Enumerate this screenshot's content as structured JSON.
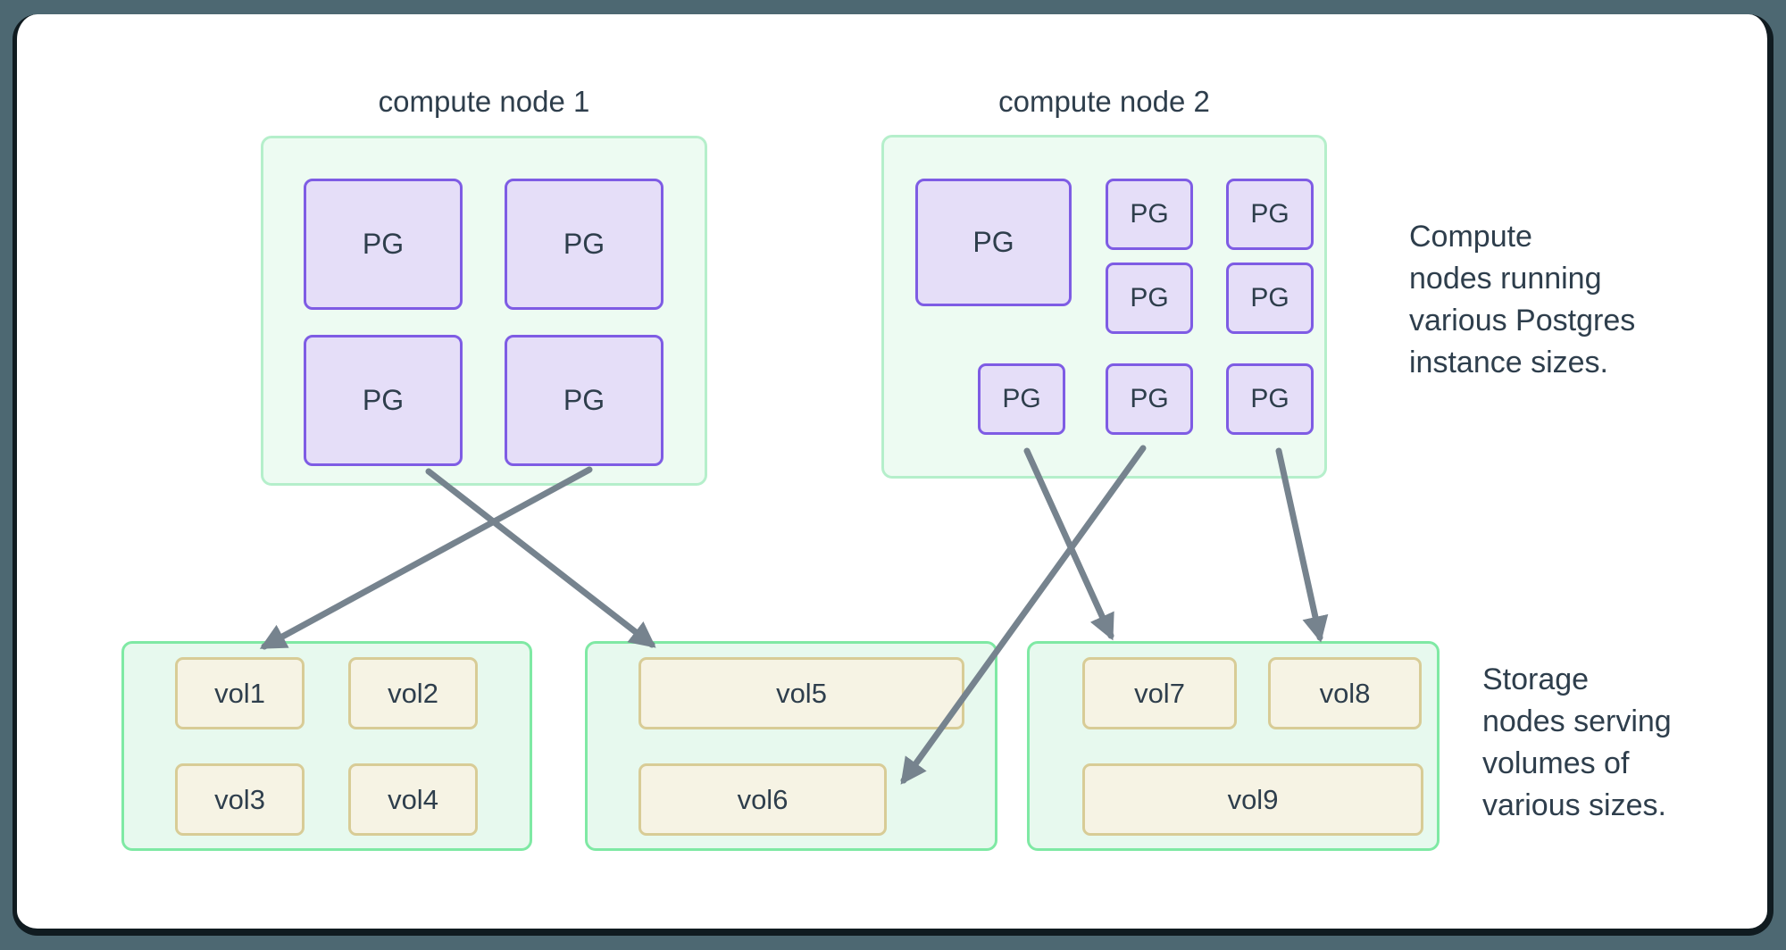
{
  "colors": {
    "bg": "#4d6872",
    "card_bg": "#ffffff",
    "card_border": "#101b20",
    "compute_box_bg": "#edfbf2",
    "compute_box_border": "#b5efcb",
    "storage_box_bg": "#e7f9ee",
    "storage_box_border": "#7fe9a4",
    "pg_bg": "#e5def8",
    "pg_border": "#7e5ce4",
    "vol_bg": "#f6f3e4",
    "vol_border": "#d8cc96",
    "arrow": "#76838e",
    "text": "#2e3e4c"
  },
  "compute_nodes": [
    {
      "title": "compute node 1",
      "instances": [
        {
          "label": "PG",
          "size": "large"
        },
        {
          "label": "PG",
          "size": "large"
        },
        {
          "label": "PG",
          "size": "large"
        },
        {
          "label": "PG",
          "size": "large"
        }
      ]
    },
    {
      "title": "compute node 2",
      "instances": [
        {
          "label": "PG",
          "size": "large"
        },
        {
          "label": "PG",
          "size": "small"
        },
        {
          "label": "PG",
          "size": "small"
        },
        {
          "label": "PG",
          "size": "small"
        },
        {
          "label": "PG",
          "size": "small"
        },
        {
          "label": "PG",
          "size": "small"
        },
        {
          "label": "PG",
          "size": "small"
        },
        {
          "label": "PG",
          "size": "small"
        }
      ]
    }
  ],
  "storage_nodes": [
    {
      "volumes": [
        {
          "label": "vol1"
        },
        {
          "label": "vol2"
        },
        {
          "label": "vol3"
        },
        {
          "label": "vol4"
        }
      ]
    },
    {
      "volumes": [
        {
          "label": "vol5"
        },
        {
          "label": "vol6"
        }
      ]
    },
    {
      "volumes": [
        {
          "label": "vol7"
        },
        {
          "label": "vol8"
        },
        {
          "label": "vol9"
        }
      ]
    }
  ],
  "captions": {
    "compute": "Compute\nnodes running\nvarious Postgres\ninstance sizes.",
    "storage": "Storage\nnodes serving\nvolumes of\nvarious sizes."
  },
  "connections": [
    {
      "from": "compute-node-1 pg-bottom-left",
      "to": "vol5"
    },
    {
      "from": "compute-node-1 pg-bottom-right",
      "to": "vol1"
    },
    {
      "from": "compute-node-2 pg-bottom-col1",
      "to": "vol7"
    },
    {
      "from": "compute-node-2 pg-bottom-col2",
      "to": "vol6"
    },
    {
      "from": "compute-node-2 pg-bottom-col3",
      "to": "vol8"
    }
  ]
}
